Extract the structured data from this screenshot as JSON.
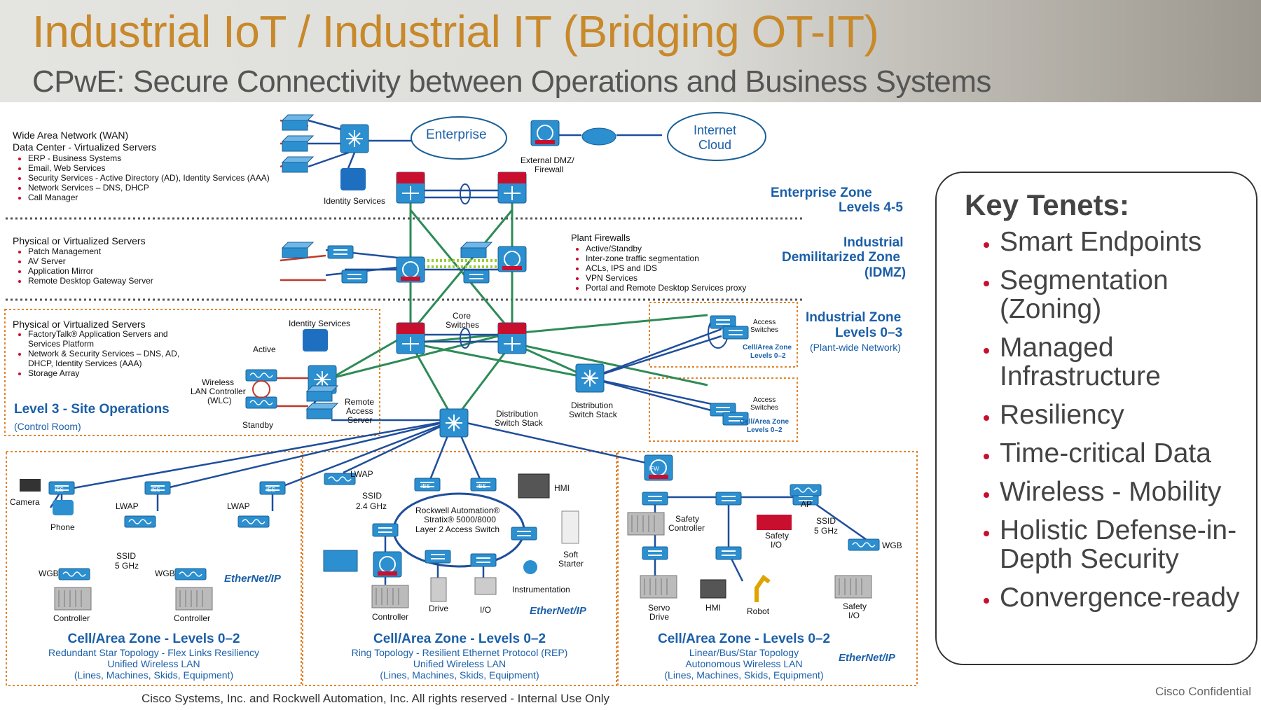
{
  "header": {
    "title": "Industrial IoT / Industrial IT (Bridging OT-IT)",
    "subtitle": "CPwE: Secure Connectivity between Operations and Business Systems"
  },
  "zones": {
    "enterprise": {
      "title": "Enterprise Zone",
      "sub": "Levels 4-5"
    },
    "idmz": {
      "title1": "Industrial",
      "title2": "Demilitarized Zone",
      "title3": "(IDMZ)"
    },
    "industrial": {
      "title": "Industrial Zone",
      "sub": "Levels 0–3",
      "note": "(Plant-wide Network)"
    },
    "level3": {
      "title": "Level 3 - Site Operations",
      "sub": "(Control Room)"
    }
  },
  "enterprise_servers": {
    "line1": "Wide Area Network (WAN)",
    "line2": "Data Center - Virtualized Servers",
    "items": [
      "ERP - Business Systems",
      "Email, Web Services",
      "Security Services - Active Directory (AD), Identity Services (AAA)",
      "Network Services – DNS, DHCP",
      "Call Manager"
    ]
  },
  "idmz_servers": {
    "title": "Physical or Virtualized Servers",
    "items": [
      "Patch Management",
      "AV Server",
      "Application Mirror",
      "Remote Desktop Gateway Server"
    ]
  },
  "plant_firewalls": {
    "title": "Plant Firewalls",
    "items": [
      "Active/Standby",
      "Inter-zone traffic segmentation",
      "ACLs, IPS and IDS",
      "VPN Services",
      "Portal and Remote Desktop Services proxy"
    ]
  },
  "level3_servers": {
    "title": "Physical or Virtualized Servers",
    "items": [
      "FactoryTalk® Application Servers and Services Platform",
      "Network & Security Services – DNS, AD, DHCP, Identity Services (AAA)",
      "Storage Array"
    ]
  },
  "labels": {
    "enterprise_cloud": "Enterprise",
    "internet1": "Internet",
    "internet2": "Cloud",
    "dmz1": "External DMZ/",
    "dmz2": "Firewall",
    "identity_ent": "Identity Services",
    "identity_l3": "Identity Services",
    "core1": "Core",
    "core2": "Switches",
    "active": "Active",
    "standby": "Standby",
    "wlc1": "Wireless",
    "wlc2": "LAN Controller",
    "wlc3": "(WLC)",
    "remote1": "Remote",
    "remote2": "Access",
    "remote3": "Server",
    "dist1a": "Distribution",
    "dist1b": "Switch Stack",
    "dist2a": "Distribution",
    "dist2b": "Switch Stack",
    "access_sw1": "Access",
    "access_sw2": "Switches",
    "cellzone1": "Cell/Area Zone",
    "cellzone2": "Levels 0–2",
    "camera": "Camera",
    "phone": "Phone",
    "lwap": "LWAP",
    "ssid": "SSID",
    "ghz5": "5 GHz",
    "ghz24": "2.4 GHz",
    "wgb": "WGB",
    "controller": "Controller",
    "ies": "IES",
    "hmi": "HMI",
    "ra1": "Rockwell Automation®",
    "ra2": "Stratix® 5000/8000",
    "ra3": "Layer 2 Access Switch",
    "soft1": "Soft",
    "soft2": "Starter",
    "instrumentation": "Instrumentation",
    "drive": "Drive",
    "io": "I/O",
    "safety_ctrl1": "Safety",
    "safety_ctrl2": "Controller",
    "safety_io1": "Safety",
    "safety_io2": "I/O",
    "ap": "AP",
    "servo1": "Servo",
    "servo2": "Drive",
    "robot": "Robot",
    "ethernetip": "EtherNet/IP",
    "ifw": "IFW"
  },
  "cell_zones": [
    {
      "title": "Cell/Area Zone - Levels 0–2",
      "l1": "Redundant Star Topology - Flex Links Resiliency",
      "l2": "Unified Wireless LAN",
      "l3": "(Lines, Machines, Skids, Equipment)"
    },
    {
      "title": "Cell/Area Zone - Levels 0–2",
      "l1": "Ring Topology - Resilient Ethernet Protocol (REP)",
      "l2": "Unified Wireless LAN",
      "l3": "(Lines, Machines, Skids, Equipment)"
    },
    {
      "title": "Cell/Area Zone - Levels 0–2",
      "l1": "Linear/Bus/Star Topology",
      "l2": "Autonomous Wireless LAN",
      "l3": "(Lines, Machines, Skids, Equipment)"
    }
  ],
  "tenets": {
    "title": "Key Tenets:",
    "items": [
      "Smart Endpoints",
      "Segmentation (Zoning)",
      "Managed Infrastructure",
      "Resiliency",
      "Time-critical Data",
      "Wireless - Mobility",
      "Holistic Defense-in-Depth Security",
      "Convergence-ready"
    ]
  },
  "footer": "Cisco Systems, Inc. and Rockwell Automation, Inc. All rights reserved - Internal Use Only",
  "confidential": "Cisco Confidential",
  "colors": {
    "title": "#c8892a",
    "zone_text": "#1b5fa8",
    "bullet": "#c8102e",
    "zone_border": "#e0852f",
    "link_green": "#2e8b57",
    "link_blue": "#1f4e9c",
    "link_red": "#c0392b"
  }
}
